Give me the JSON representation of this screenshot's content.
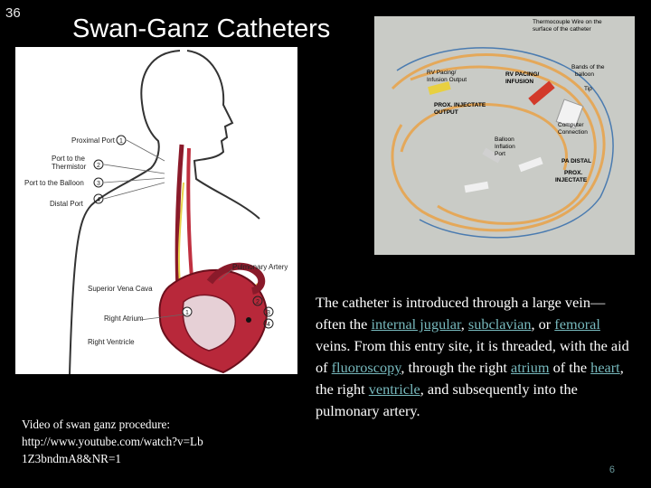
{
  "slide": {
    "number": "36",
    "title": "Swan-Ganz Catheters",
    "page_mark": "6"
  },
  "diagram": {
    "labels": {
      "proximal_port": "Proximal Port",
      "thermistor_port_1": "Port to the",
      "thermistor_port_2": "Thermistor",
      "balloon_port": "Port to the Balloon",
      "distal_port": "Distal Port",
      "pulmonary_artery": "Pulmonary Artery",
      "superior_vena_cava": "Superior Vena Cava",
      "right_atrium": "Right Atrium",
      "right_ventricle": "Right Ventricle"
    },
    "numbers": [
      "1",
      "2",
      "3",
      "4"
    ]
  },
  "photo": {
    "labels": {
      "thermocouple_1": "Thermocouple Wire on the",
      "thermocouple_2": "surface of the catheter",
      "rv_pacing_output_1": "RV Pacing/",
      "rv_pacing_output_2": "Infusion Output",
      "rv_pacing_infusion_1": "RV PACING/",
      "rv_pacing_infusion_2": "INFUSION",
      "bands_1": "Bands of the",
      "bands_2": "balloon",
      "tip": "Tip",
      "prox_injectate_output_1": "PROX. INJECTATE",
      "prox_injectate_output_2": "OUTPUT",
      "computer_connection_1": "Computer",
      "computer_connection_2": "Connection",
      "balloon_port_1": "Balloon",
      "balloon_port_2": "Inflation",
      "balloon_port_3": "Port",
      "pa_distal": "PA DISTAL",
      "prox_injectate_1": "PROX.",
      "prox_injectate_2": "INJECTATE"
    }
  },
  "body": {
    "t1": "The catheter is introduced through a large vein—often the ",
    "link_internal_jugular": "internal jugular",
    "t2": ", ",
    "link_subclavian": "subclavian",
    "t3": ", or ",
    "link_femoral": "femoral",
    "t4": " veins. From this entry site, it is threaded, with the aid of ",
    "link_fluoroscopy": "fluoroscopy",
    "t5": ", through the right ",
    "link_atrium": "atrium",
    "t6": " of the ",
    "link_heart": "heart",
    "t7": ", the right ",
    "link_ventricle": "ventricle",
    "t8": ", and subsequently into the pulmonary artery."
  },
  "video": {
    "line1": "Video of  swan ganz procedure:",
    "line2": "http://www.youtube.com/watch?v=Lb",
    "line3": "1Z3bndmA8&NR=1"
  }
}
